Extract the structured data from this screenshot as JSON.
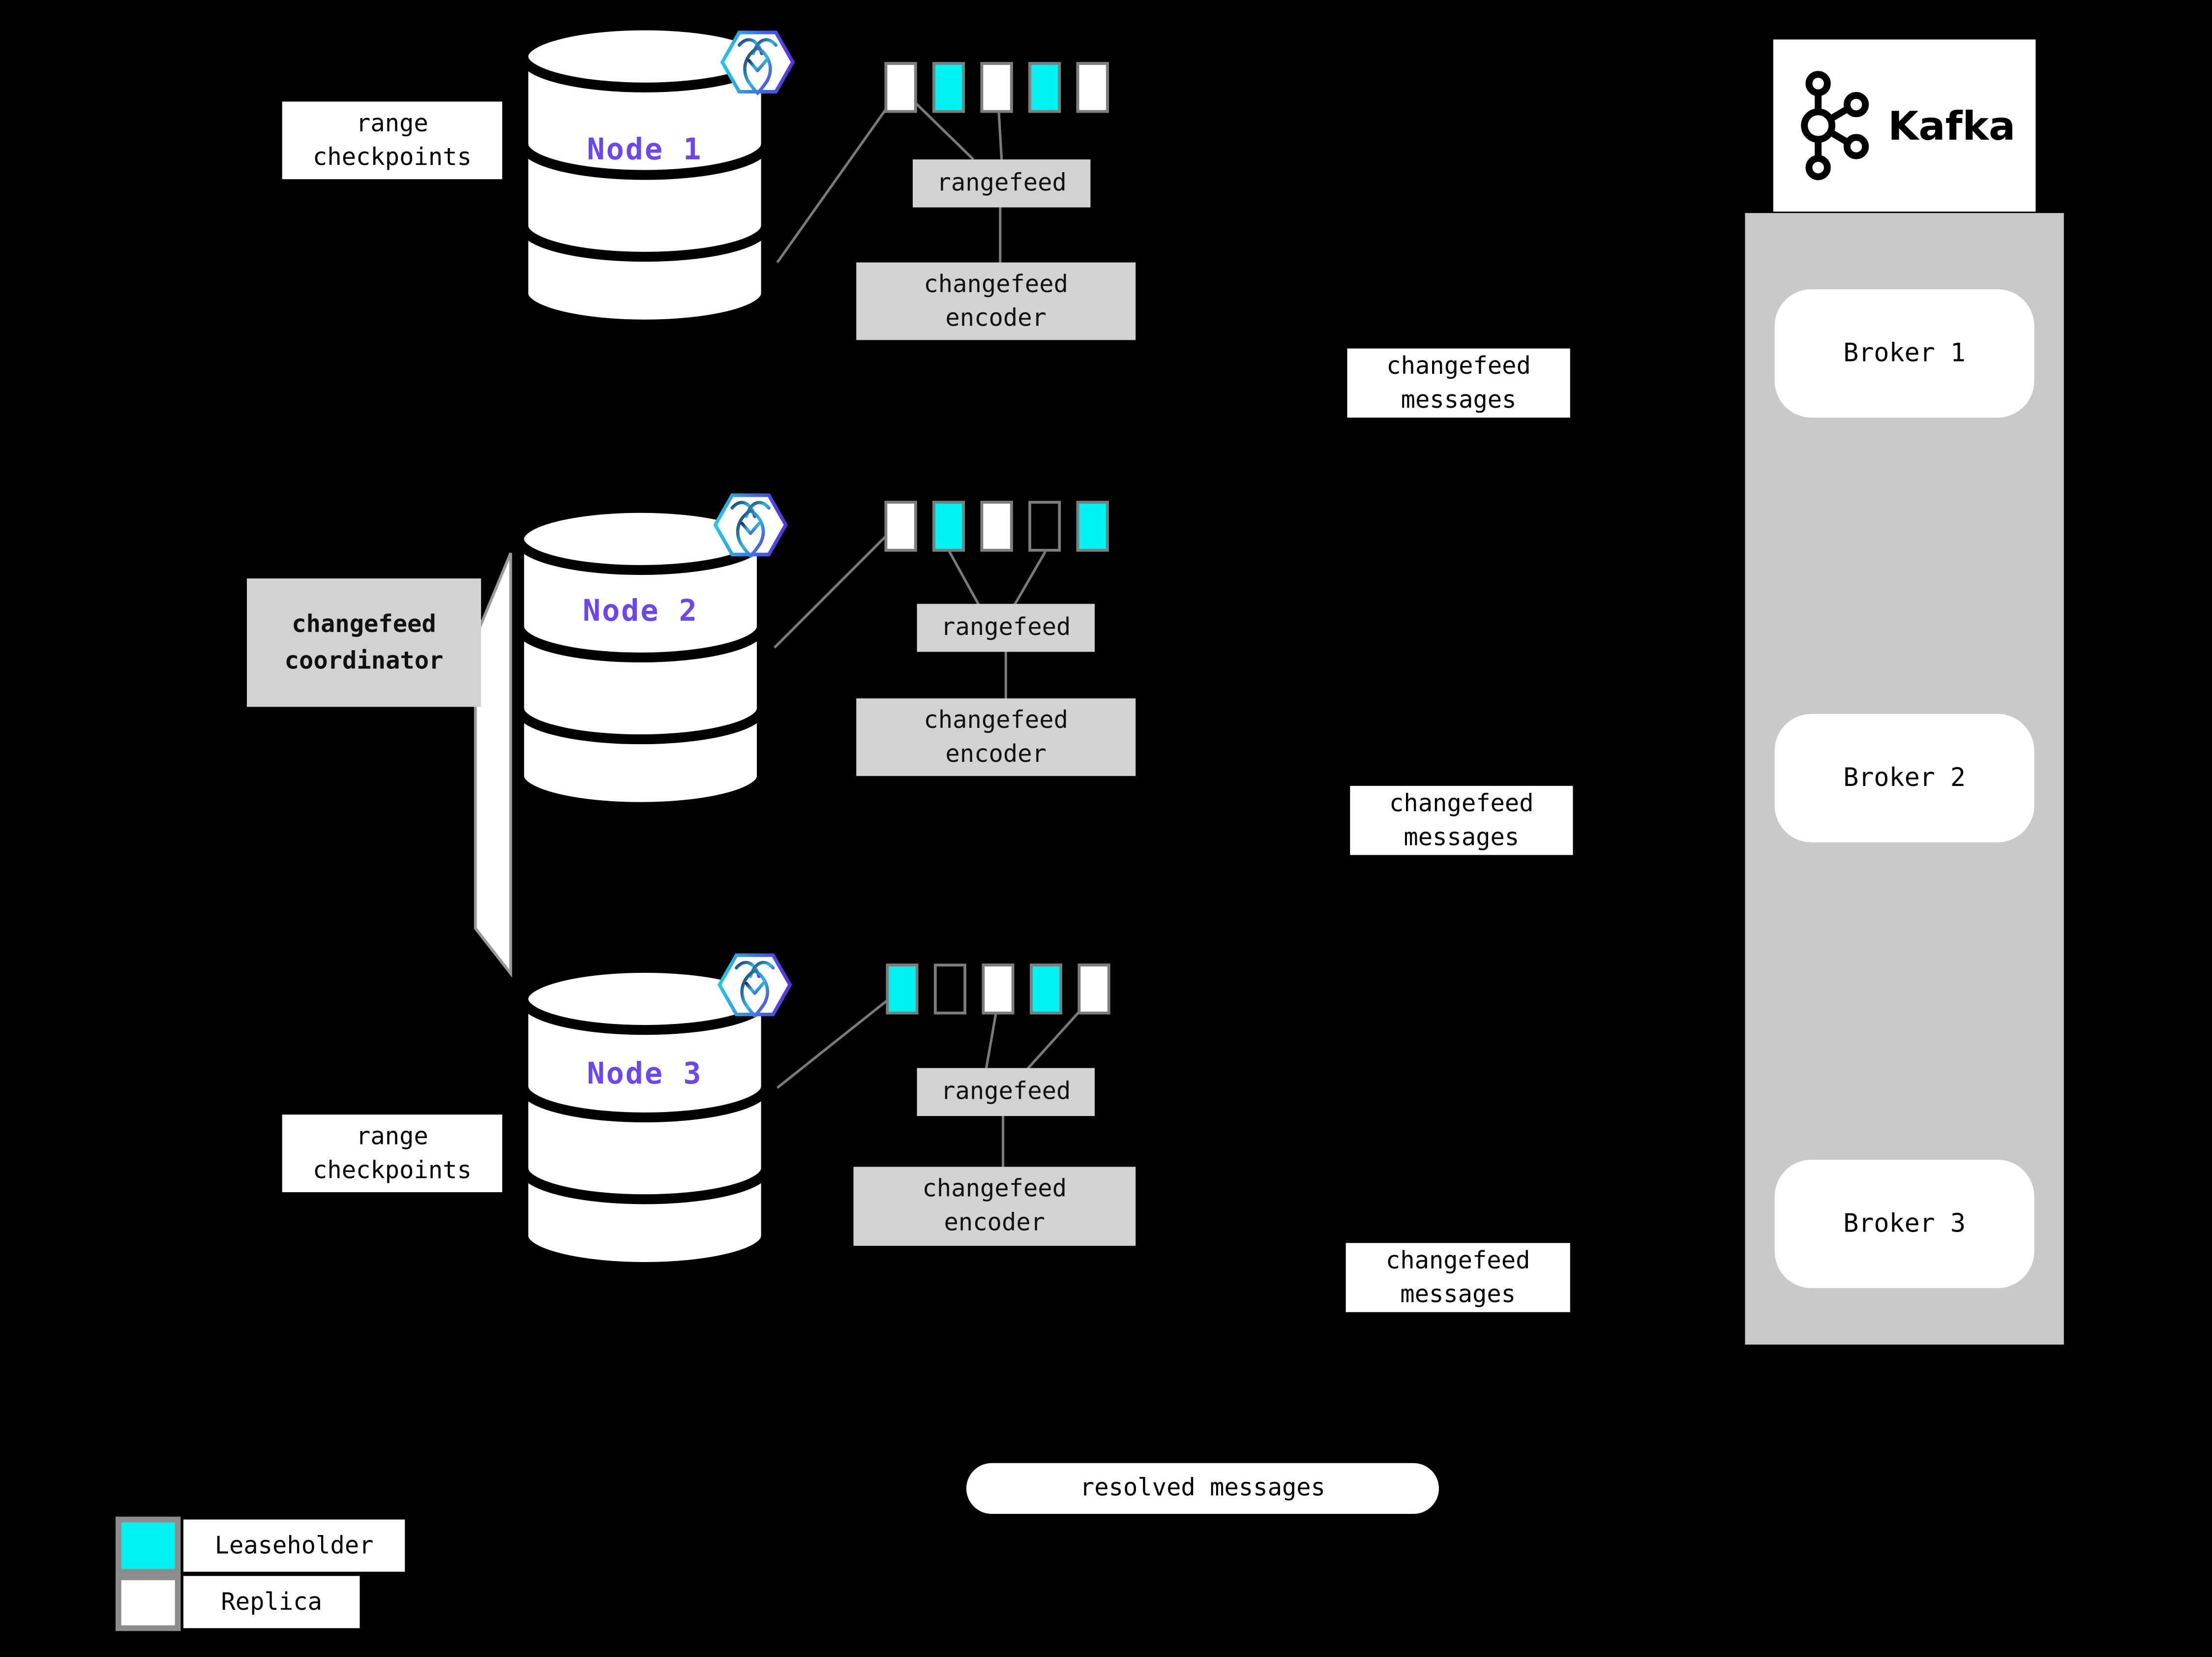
{
  "labels": {
    "range_checkpoints": "range\ncheckpoints",
    "rangefeed": "rangefeed",
    "changefeed_encoder": "changefeed\nencoder",
    "changefeed_messages": "changefeed\nmessages",
    "changefeed_coordinator": "changefeed\ncoordinator",
    "resolved_messages": "resolved messages"
  },
  "nodes": [
    {
      "name": "Node 1",
      "ranges": [
        "replica",
        "leaseholder",
        "replica",
        "leaseholder",
        "replica"
      ]
    },
    {
      "name": "Node 2",
      "ranges": [
        "replica",
        "leaseholder",
        "replica",
        "empty",
        "leaseholder"
      ]
    },
    {
      "name": "Node 3",
      "ranges": [
        "leaseholder",
        "empty",
        "replica",
        "leaseholder",
        "replica"
      ]
    }
  ],
  "kafka": {
    "logo_text": "Kafka",
    "brokers": [
      {
        "label": "Broker 1"
      },
      {
        "label": "Broker 2"
      },
      {
        "label": "Broker 3"
      }
    ]
  },
  "legend": {
    "items": [
      {
        "label": "Leaseholder",
        "color": "#00f2f2"
      },
      {
        "label": "Replica",
        "color": "#ffffff"
      }
    ]
  },
  "colors": {
    "leaseholder": "#00f2f2",
    "replica": "#ffffff",
    "empty": "transparent",
    "node_label": "#6b46f2",
    "box_gray": "#d2d2d2",
    "container_gray": "#c9c9c9",
    "line_gray": "#7a7a7a",
    "background": "#000000"
  }
}
